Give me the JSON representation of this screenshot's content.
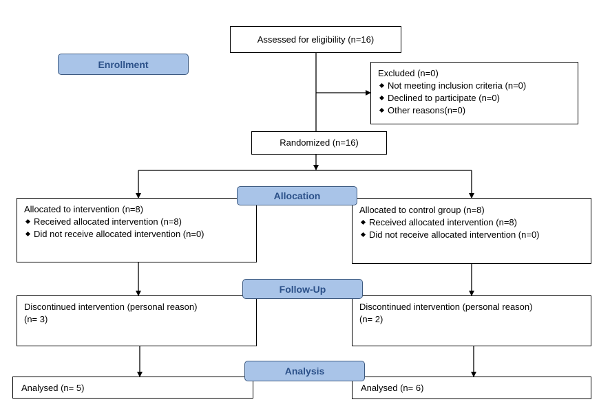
{
  "stages": {
    "enrollment": "Enrollment",
    "allocation": "Allocation",
    "follow_up": "Follow-Up",
    "analysis": "Analysis"
  },
  "assessed": "Assessed for eligibility (n=16)",
  "excluded": {
    "title": "Excluded (n=0)",
    "items": [
      "Not meeting inclusion criteria (n=0)",
      "Declined to participate (n=0)",
      "Other reasons(n=0)"
    ]
  },
  "randomized": "Randomized (n=16)",
  "intervention_arm": {
    "allocation_title": "Allocated to intervention (n=8)",
    "allocation_items": [
      "Received allocated intervention (n=8)",
      "Did not receive allocated intervention (n=0)"
    ],
    "followup_line1": "Discontinued intervention (personal reason)",
    "followup_line2": "(n= 3)",
    "analysed": "Analysed (n= 5)"
  },
  "control_arm": {
    "allocation_title": "Allocated to control group (n=8)",
    "allocation_items": [
      "Received allocated intervention (n=8)",
      "Did not receive allocated intervention (n=0)"
    ],
    "followup_line1": "Discontinued intervention (personal reason)",
    "followup_line2": "(n= 2)",
    "analysed": "Analysed (n= 6)"
  }
}
